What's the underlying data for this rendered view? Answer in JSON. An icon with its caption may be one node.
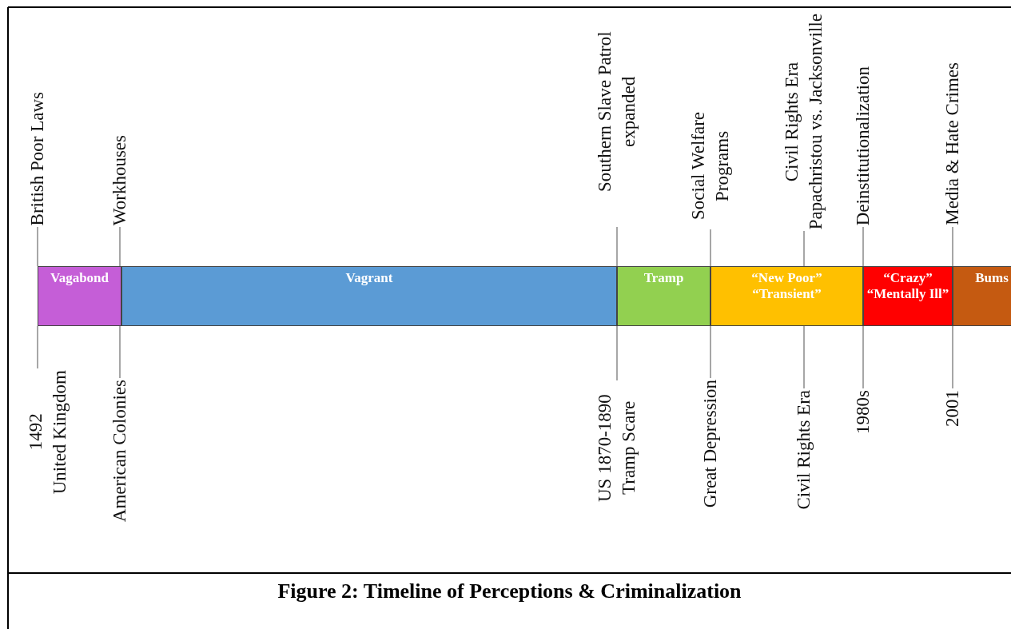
{
  "diagram": {
    "caption": "Figure 2: Timeline of Perceptions & Criminalization",
    "nodes": [
      {
        "text": [
          "Vagabond"
        ]
      },
      {
        "text": [
          "Vagrant"
        ]
      },
      {
        "text": [
          "Tramp"
        ]
      },
      {
        "text": [
          "“New Poor”",
          "“Transient”"
        ]
      },
      {
        "text": [
          "“Crazy”",
          "“Mentally Ill”"
        ]
      },
      {
        "text": [
          "Bums"
        ]
      },
      {
        "text": [
          "British Poor Laws"
        ]
      },
      {
        "text": [
          "Workhouses"
        ]
      },
      {
        "text": [
          "Southern Slave Patrol expanded"
        ]
      },
      {
        "text": [
          "Social Welfare Programs"
        ]
      },
      {
        "text": [
          "Civil Rights Era",
          "Papachristou vs. Jacksonville"
        ]
      },
      {
        "text": [
          "Deinstitutionalization"
        ]
      },
      {
        "text": [
          "Media & Hate Crimes"
        ]
      },
      {
        "text": [
          "1492",
          "United Kingdom"
        ]
      },
      {
        "text": [
          "American Colonies"
        ]
      },
      {
        "text": [
          "US 1870-1890 Tramp Scare"
        ]
      },
      {
        "text": [
          "Great Depression"
        ]
      },
      {
        "text": [
          "Civil Rights Era"
        ]
      },
      {
        "text": [
          "1980s"
        ]
      },
      {
        "text": [
          "2001"
        ]
      }
    ],
    "edges": [
      {
        "from": 6,
        "to": 0,
        "arrow": "none"
      },
      {
        "from": 7,
        "to": 0,
        "arrow": "none"
      },
      {
        "from": 8,
        "to": 2,
        "arrow": "none"
      },
      {
        "from": 9,
        "to": 2,
        "arrow": "none"
      },
      {
        "from": 10,
        "to": 3,
        "arrow": "none"
      },
      {
        "from": 11,
        "to": 4,
        "arrow": "none"
      },
      {
        "from": 12,
        "to": 5,
        "arrow": "none"
      },
      {
        "from": 13,
        "to": 0,
        "arrow": "none"
      },
      {
        "from": 14,
        "to": 0,
        "arrow": "none"
      },
      {
        "from": 15,
        "to": 2,
        "arrow": "none"
      },
      {
        "from": 16,
        "to": 2,
        "arrow": "none"
      },
      {
        "from": 17,
        "to": 3,
        "arrow": "none"
      },
      {
        "from": 18,
        "to": 4,
        "arrow": "none"
      },
      {
        "from": 19,
        "to": 5,
        "arrow": "none"
      }
    ]
  }
}
